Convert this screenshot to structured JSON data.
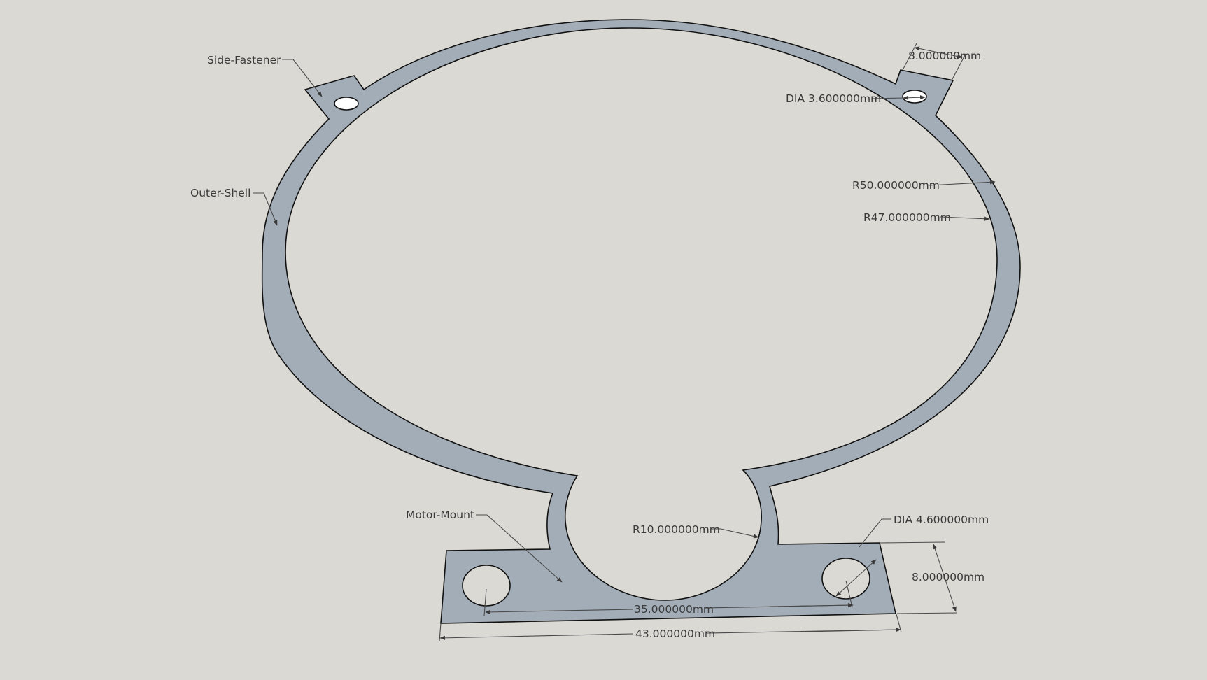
{
  "labels": {
    "side_fastener": "Side-Fastener",
    "outer_shell": "Outer-Shell",
    "motor_mount": "Motor-Mount"
  },
  "dimensions": {
    "tab_width": "8.000000mm",
    "fastener_hole_dia": "DIA 3.600000mm",
    "outer_radius": "R50.000000mm",
    "inner_radius": "R47.000000mm",
    "cutout_radius": "R10.000000mm",
    "mount_hole_dia": "DIA 4.600000mm",
    "mount_height": "8.000000mm",
    "hole_spacing": "35.000000mm",
    "mount_width": "43.000000mm"
  }
}
